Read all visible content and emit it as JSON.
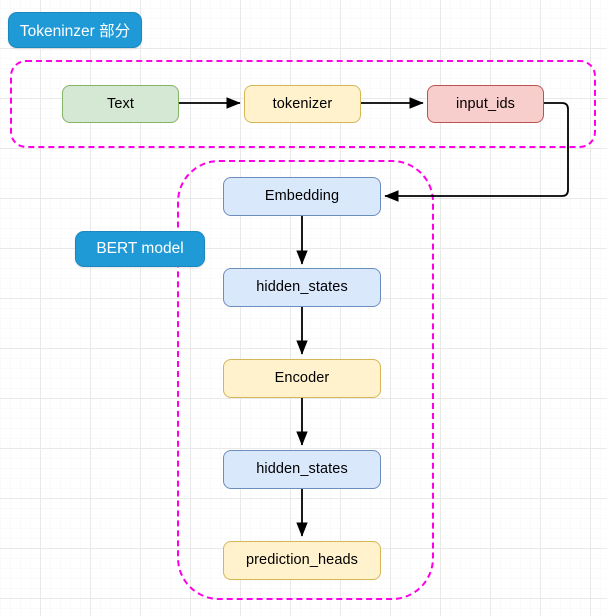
{
  "diagram": {
    "title": "BERT pipeline flow diagram",
    "groups": [
      {
        "id": "tokenizer-group",
        "label": "Tokeninzer 部分",
        "label_color": "#1f9ad6",
        "border_color": "#ff00e6",
        "border_style": "dashed"
      },
      {
        "id": "bert-group",
        "label": "BERT model",
        "label_color": "#1f9ad6",
        "border_color": "#ff00e6",
        "border_style": "dashed"
      }
    ],
    "nodes": [
      {
        "id": "text",
        "label": "Text",
        "fill": "#d5e8d4",
        "stroke": "#82b366",
        "group": "tokenizer-group"
      },
      {
        "id": "tokenizer",
        "label": "tokenizer",
        "fill": "#fff2cc",
        "stroke": "#d6b656",
        "group": "tokenizer-group"
      },
      {
        "id": "input_ids",
        "label": "input_ids",
        "fill": "#f8cecc",
        "stroke": "#b85450",
        "group": "tokenizer-group"
      },
      {
        "id": "embedding",
        "label": "Embedding",
        "fill": "#dae8fc",
        "stroke": "#6c8ebf",
        "group": "bert-group"
      },
      {
        "id": "hidden_states_1",
        "label": "hidden_states",
        "fill": "#dae8fc",
        "stroke": "#6c8ebf",
        "group": "bert-group"
      },
      {
        "id": "encoder",
        "label": "Encoder",
        "fill": "#fff2cc",
        "stroke": "#d6b656",
        "group": "bert-group"
      },
      {
        "id": "hidden_states_2",
        "label": "hidden_states",
        "fill": "#dae8fc",
        "stroke": "#6c8ebf",
        "group": "bert-group"
      },
      {
        "id": "prediction_heads",
        "label": "prediction_heads",
        "fill": "#fff2cc",
        "stroke": "#d6b656",
        "group": "bert-group"
      }
    ],
    "edges": [
      {
        "from": "text",
        "to": "tokenizer",
        "style": "straight-arrow"
      },
      {
        "from": "tokenizer",
        "to": "input_ids",
        "style": "straight-arrow"
      },
      {
        "from": "input_ids",
        "to": "embedding",
        "style": "orthogonal-arrow"
      },
      {
        "from": "embedding",
        "to": "hidden_states_1",
        "style": "straight-arrow"
      },
      {
        "from": "hidden_states_1",
        "to": "encoder",
        "style": "straight-arrow"
      },
      {
        "from": "encoder",
        "to": "hidden_states_2",
        "style": "straight-arrow"
      },
      {
        "from": "hidden_states_2",
        "to": "prediction_heads",
        "style": "straight-arrow"
      }
    ],
    "edge_color": "#000000",
    "background": {
      "type": "grid",
      "minor": "#fafafa",
      "major": "#e9e9e9"
    }
  }
}
